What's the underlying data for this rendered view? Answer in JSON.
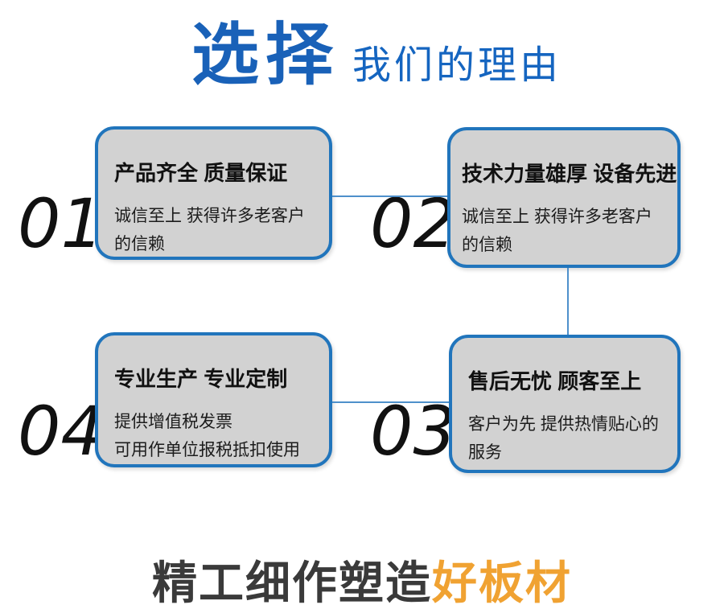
{
  "header": {
    "title_primary": "选择",
    "title_secondary": "我们的理由"
  },
  "reasons": [
    {
      "number": "01",
      "title": "产品齐全 质量保证",
      "desc": "诚信至上 获得许多老客户的信赖"
    },
    {
      "number": "02",
      "title": "技术力量雄厚 设备先进",
      "desc": "诚信至上 获得许多老客户的信赖"
    },
    {
      "number": "03",
      "title": "售后无忧 顾客至上",
      "desc": "客户为先 提供热情贴心的服务"
    },
    {
      "number": "04",
      "title": "专业生产 专业定制",
      "desc": "提供增值税发票\n可用作单位报税抵扣使用"
    }
  ],
  "footer": {
    "prefix": "精工细作塑造",
    "highlight": "好板材"
  },
  "colors": {
    "title_blue": "#1961b8",
    "title_blue2": "#1565c0",
    "box_border": "#2175bc",
    "box_fill": "#d2d2d2",
    "connector": "#4e90cb",
    "number_color": "#111111",
    "footer_dark": "#3a3a3a",
    "footer_orange": "#f0a232"
  }
}
